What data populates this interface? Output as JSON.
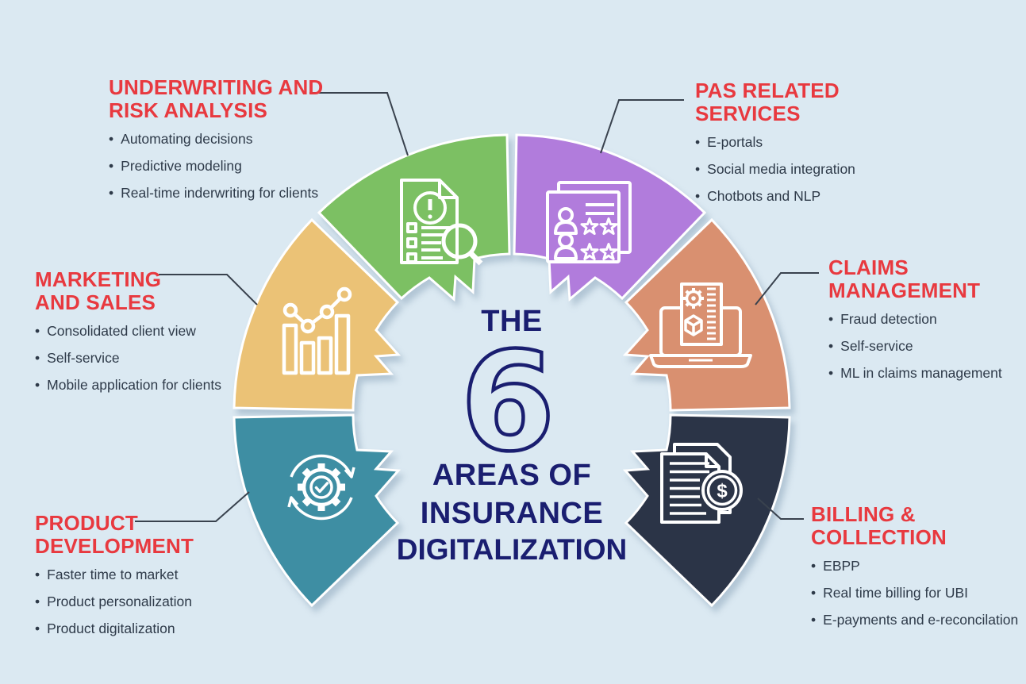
{
  "center": {
    "pre": "THE",
    "number": "6",
    "line_areas": "AREAS OF",
    "line_insurance": "INSURANCE",
    "line_digitalization": "DIGITALIZATION"
  },
  "colors": {
    "background": "#DBE9F2",
    "heading_red": "#E8393F",
    "body_text": "#2E3A49",
    "center_navy": "#1A1E70",
    "connector": "#39424E"
  },
  "icon_glyphs": {
    "dollar": "$"
  },
  "sections": [
    {
      "id": "underwriting-risk-analysis",
      "title": "UNDERWRITING AND RISK ANALYSIS",
      "bullets": [
        "Automating decisions",
        "Predictive modeling",
        "Real-time inderwriting for clients"
      ],
      "color": "#7CC063",
      "icon": "risk-report-magnifier-icon"
    },
    {
      "id": "pas-related-services",
      "title": "PAS RELATED SERVICES",
      "bullets": [
        "E-portals",
        "Social media integration",
        "Chotbots and NLP"
      ],
      "color": "#B17CDC",
      "icon": "customer-rating-cards-icon"
    },
    {
      "id": "marketing-and-sales",
      "title": "MARKETING AND SALES",
      "bullets": [
        "Consolidated client view",
        "Self-service",
        "Mobile application for clients"
      ],
      "color": "#EBC276",
      "icon": "growth-bar-chart-icon"
    },
    {
      "id": "claims-management",
      "title": "CLAIMS MANAGEMENT",
      "bullets": [
        "Fraud detection",
        "Self-service",
        "ML in claims management"
      ],
      "color": "#D99070",
      "icon": "laptop-automation-icon"
    },
    {
      "id": "product-development",
      "title": "PRODUCT DEVELOPMENT",
      "bullets": [
        "Faster time to market",
        "Product personalization",
        "Product digitalization"
      ],
      "color": "#3E8EA3",
      "icon": "gear-cycle-check-icon"
    },
    {
      "id": "billing-collection",
      "title": "BILLING & COLLECTION",
      "bullets": [
        "EBPP",
        "Real time billing for UBI",
        "E-payments and e-reconcilation"
      ],
      "color": "#2B3447",
      "icon": "invoice-dollar-icon"
    }
  ]
}
